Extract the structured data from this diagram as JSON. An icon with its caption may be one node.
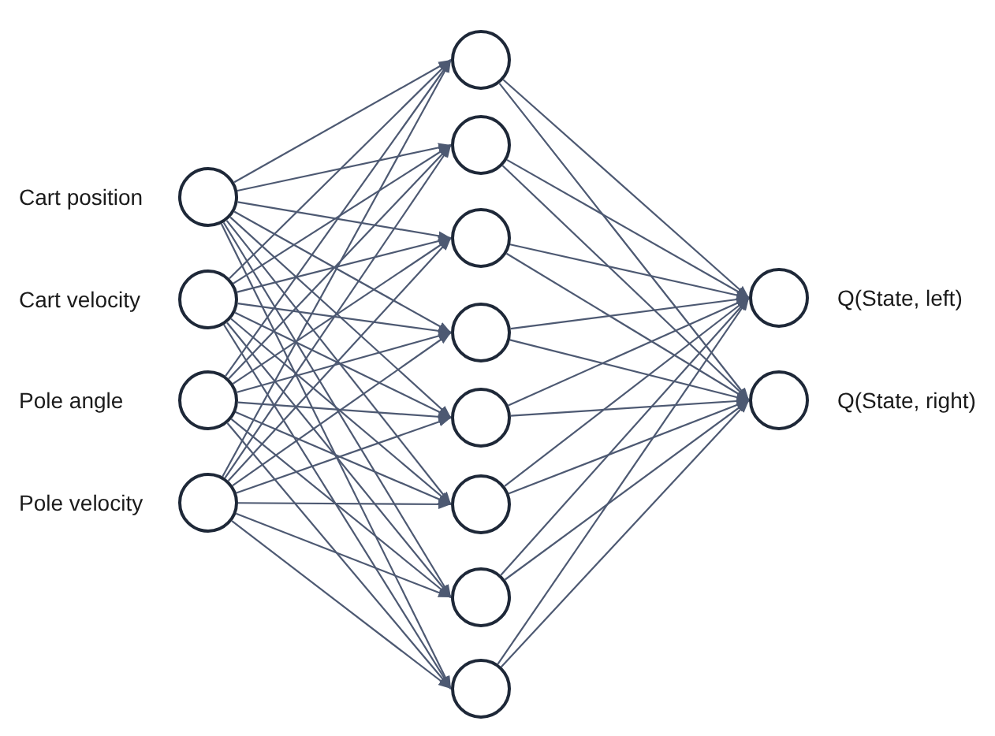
{
  "diagram": {
    "nodes": [
      {
        "text": [],
        "shape": "circle",
        "beside": [
          "Cart position"
        ]
      },
      {
        "text": [],
        "shape": "circle",
        "beside": [
          "Cart velocity"
        ]
      },
      {
        "text": [],
        "shape": "circle",
        "beside": [
          "Pole angle"
        ]
      },
      {
        "text": [],
        "shape": "circle",
        "beside": [
          "Pole velocity"
        ]
      },
      {
        "text": [],
        "shape": "circle"
      },
      {
        "text": [],
        "shape": "circle"
      },
      {
        "text": [],
        "shape": "circle"
      },
      {
        "text": [],
        "shape": "circle"
      },
      {
        "text": [],
        "shape": "circle"
      },
      {
        "text": [],
        "shape": "circle"
      },
      {
        "text": [],
        "shape": "circle"
      },
      {
        "text": [],
        "shape": "circle"
      },
      {
        "text": [],
        "shape": "circle",
        "beside": [
          "Q(State, left)"
        ]
      },
      {
        "text": [],
        "shape": "circle",
        "beside": [
          "Q(State, right)"
        ]
      }
    ],
    "edges": [
      {
        "from": 0,
        "to": 4,
        "arrow": "to"
      },
      {
        "from": 0,
        "to": 5,
        "arrow": "to"
      },
      {
        "from": 0,
        "to": 6,
        "arrow": "to"
      },
      {
        "from": 0,
        "to": 7,
        "arrow": "to"
      },
      {
        "from": 0,
        "to": 8,
        "arrow": "to"
      },
      {
        "from": 0,
        "to": 9,
        "arrow": "to"
      },
      {
        "from": 0,
        "to": 10,
        "arrow": "to"
      },
      {
        "from": 0,
        "to": 11,
        "arrow": "to"
      },
      {
        "from": 1,
        "to": 4,
        "arrow": "to"
      },
      {
        "from": 1,
        "to": 5,
        "arrow": "to"
      },
      {
        "from": 1,
        "to": 6,
        "arrow": "to"
      },
      {
        "from": 1,
        "to": 7,
        "arrow": "to"
      },
      {
        "from": 1,
        "to": 8,
        "arrow": "to"
      },
      {
        "from": 1,
        "to": 9,
        "arrow": "to"
      },
      {
        "from": 1,
        "to": 10,
        "arrow": "to"
      },
      {
        "from": 1,
        "to": 11,
        "arrow": "to"
      },
      {
        "from": 2,
        "to": 4,
        "arrow": "to"
      },
      {
        "from": 2,
        "to": 5,
        "arrow": "to"
      },
      {
        "from": 2,
        "to": 6,
        "arrow": "to"
      },
      {
        "from": 2,
        "to": 7,
        "arrow": "to"
      },
      {
        "from": 2,
        "to": 8,
        "arrow": "to"
      },
      {
        "from": 2,
        "to": 9,
        "arrow": "to"
      },
      {
        "from": 2,
        "to": 10,
        "arrow": "to"
      },
      {
        "from": 2,
        "to": 11,
        "arrow": "to"
      },
      {
        "from": 3,
        "to": 4,
        "arrow": "to"
      },
      {
        "from": 3,
        "to": 5,
        "arrow": "to"
      },
      {
        "from": 3,
        "to": 6,
        "arrow": "to"
      },
      {
        "from": 3,
        "to": 7,
        "arrow": "to"
      },
      {
        "from": 3,
        "to": 8,
        "arrow": "to"
      },
      {
        "from": 3,
        "to": 9,
        "arrow": "to"
      },
      {
        "from": 3,
        "to": 10,
        "arrow": "to"
      },
      {
        "from": 3,
        "to": 11,
        "arrow": "to"
      },
      {
        "from": 4,
        "to": 12,
        "arrow": "to"
      },
      {
        "from": 4,
        "to": 13,
        "arrow": "to"
      },
      {
        "from": 5,
        "to": 12,
        "arrow": "to"
      },
      {
        "from": 5,
        "to": 13,
        "arrow": "to"
      },
      {
        "from": 6,
        "to": 12,
        "arrow": "to"
      },
      {
        "from": 6,
        "to": 13,
        "arrow": "to"
      },
      {
        "from": 7,
        "to": 12,
        "arrow": "to"
      },
      {
        "from": 7,
        "to": 13,
        "arrow": "to"
      },
      {
        "from": 8,
        "to": 12,
        "arrow": "to"
      },
      {
        "from": 8,
        "to": 13,
        "arrow": "to"
      },
      {
        "from": 9,
        "to": 12,
        "arrow": "to"
      },
      {
        "from": 9,
        "to": 13,
        "arrow": "to"
      },
      {
        "from": 10,
        "to": 12,
        "arrow": "to"
      },
      {
        "from": 10,
        "to": 13,
        "arrow": "to"
      },
      {
        "from": 11,
        "to": 12,
        "arrow": "to"
      },
      {
        "from": 11,
        "to": 13,
        "arrow": "to"
      }
    ]
  }
}
